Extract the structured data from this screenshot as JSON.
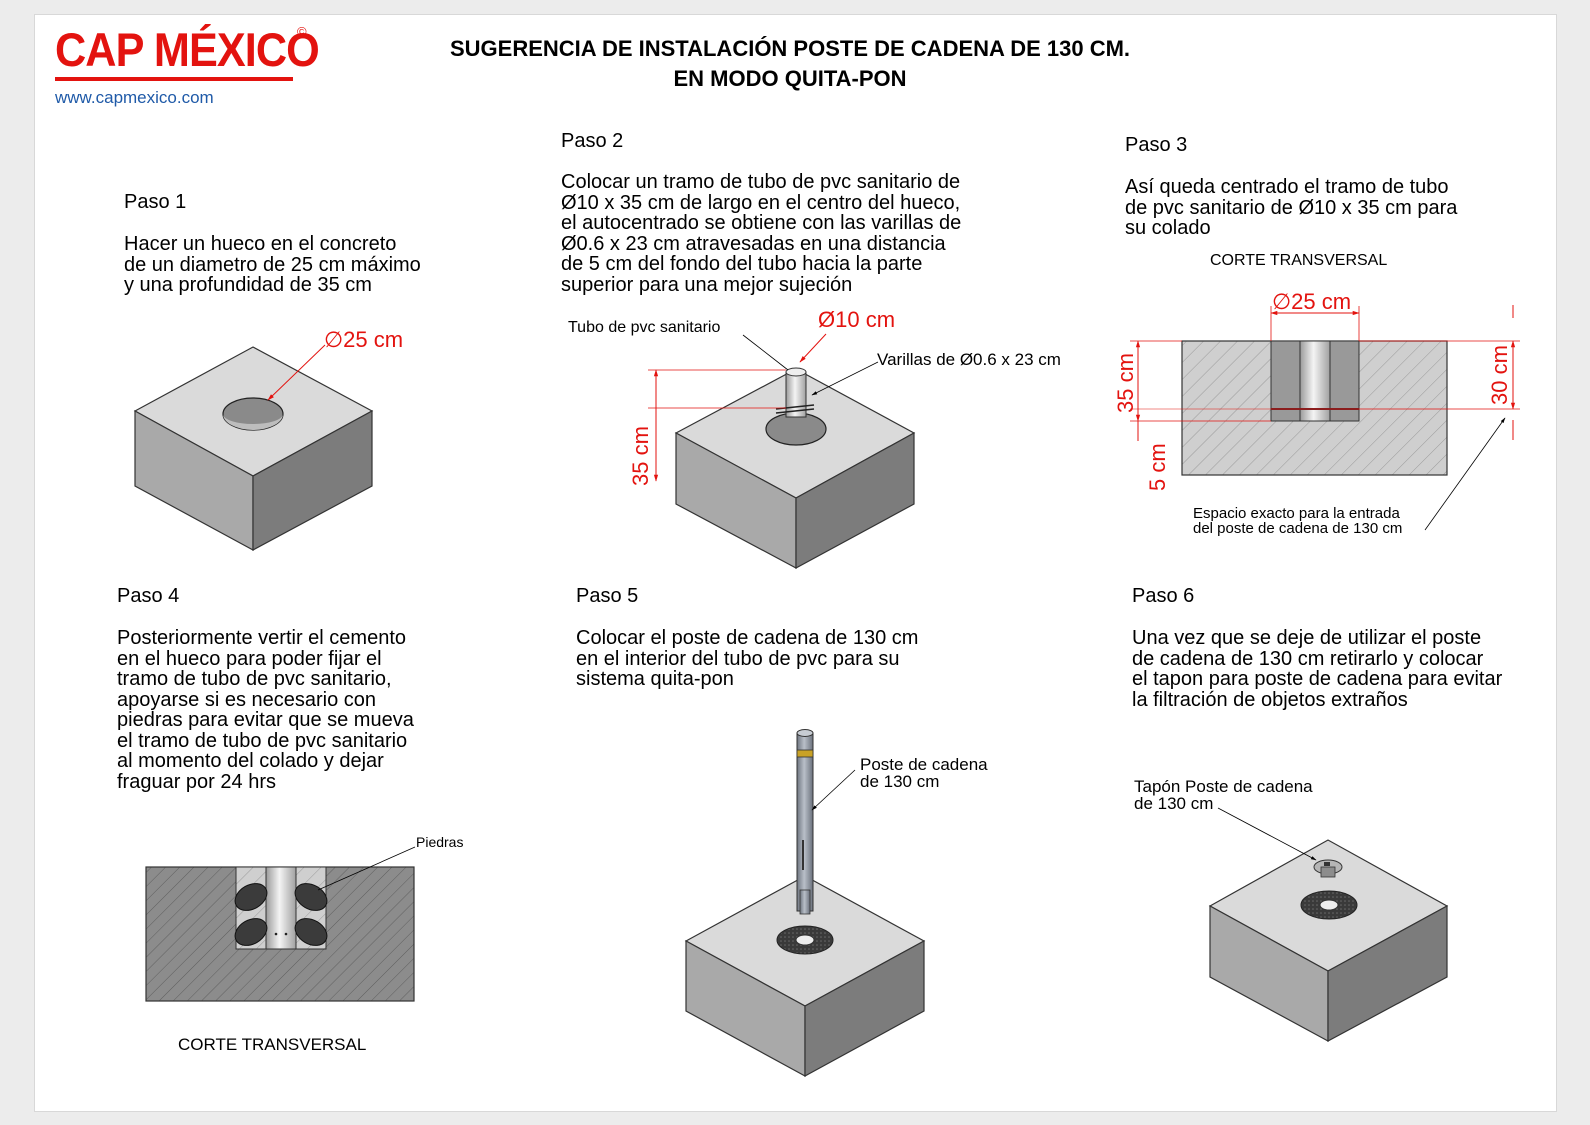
{
  "brand": {
    "name": "CAP MÉXICO",
    "copyright_mark": "©",
    "url": "www.capmexico.com",
    "color": "#e3130f",
    "url_color": "#1f5aa8"
  },
  "title": {
    "line1": "SUGERENCIA DE INSTALACIÓN POSTE DE CADENA DE 130 CM.",
    "line2": "EN MODO QUITA-PON"
  },
  "steps": [
    {
      "heading": "Paso 1",
      "text": "Hacer un hueco en el concreto\nde un diametro de 25 cm máximo\ny una profundidad de 35 cm",
      "labels": {
        "diameter": "25 cm"
      }
    },
    {
      "heading": "Paso 2",
      "text": "Colocar un tramo de tubo de pvc sanitario de\nØ10 x 35 cm de largo en el centro del hueco,\nel autocentrado se obtiene con las varillas de\nØ0.6 x 23 cm atravesadas en una distancia\nde 5 cm del fondo del tubo hacia la parte\nsuperior para una mejor sujeción",
      "labels": {
        "tube": "Tubo de pvc sanitario",
        "diameter": "Ø10 cm",
        "rods": "Varillas de Ø0.6 x 23 cm",
        "depth": "35 cm"
      }
    },
    {
      "heading": "Paso 3",
      "text": "Así queda centrado el tramo de tubo\nde pvc sanitario de Ø10 x 35 cm para\nsu colado",
      "labels": {
        "section": "CORTE TRANSVERSAL",
        "diameter": "25 cm",
        "depth_left": "35 cm",
        "bottom_left": "5 cm",
        "depth_right": "30 cm",
        "note": "Espacio exacto para la entrada\ndel poste de cadena de 130 cm"
      }
    },
    {
      "heading": "Paso 4",
      "text": "Posteriormente vertir el cemento\nen el hueco para poder fijar el\ntramo de tubo de pvc sanitario,\napoyarse si es necesario con\npiedras para evitar que se mueva\nel tramo de tubo de pvc sanitario\nal momento del colado y dejar\nfraguar por 24 hrs",
      "labels": {
        "stones": "Piedras",
        "section": "CORTE TRANSVERSAL"
      }
    },
    {
      "heading": "Paso 5",
      "text": "Colocar el poste de cadena de 130 cm\nen el interior del tubo de pvc para su\nsistema quita-pon",
      "labels": {
        "post": "Poste de cadena\nde 130 cm"
      }
    },
    {
      "heading": "Paso 6",
      "text": "Una vez que se deje de utilizar el poste\nde cadena de 130 cm retirarlo y colocar\nel tapon para poste de cadena para evitar\nla filtración de objetos extraños",
      "labels": {
        "cap": "Tapón Poste de cadena\nde 130 cm"
      }
    }
  ],
  "icons": {
    "diameter_symbol": "diameter-icon"
  },
  "colors": {
    "dimension": "#e3130f",
    "concrete_top": "#d9d9d9",
    "concrete_left": "#a8a8a8",
    "concrete_right": "#7d7d7d",
    "hatch": "#8a8a8a"
  }
}
